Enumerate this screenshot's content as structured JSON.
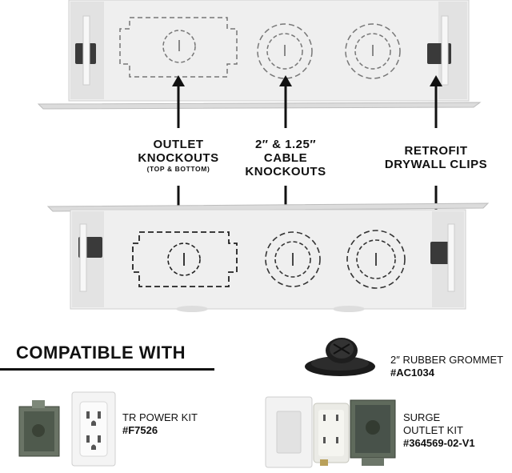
{
  "callouts": {
    "outlet": {
      "line1": "OUTLET",
      "line2": "KNOCKOUTS",
      "note": "(TOP & BOTTOM)"
    },
    "cable": {
      "line1": "2″ & 1.25″",
      "line2": "CABLE",
      "line3": "KNOCKOUTS"
    },
    "retrofit": {
      "line1": "RETROFIT",
      "line2": "DRYWALL CLIPS"
    }
  },
  "compatible": {
    "heading": "COMPATIBLE WITH",
    "items": [
      {
        "name": "2″ RUBBER GROMMET",
        "sku": "#AC1034",
        "icon": "grommet-icon"
      },
      {
        "name": "TR POWER KIT",
        "sku": "#F7526",
        "icon": "power-kit-icon"
      },
      {
        "name_line1": "SURGE",
        "name_line2": "OUTLET KIT",
        "sku": "#364569-02-V1",
        "icon": "surge-kit-icon"
      }
    ]
  },
  "colors": {
    "box": "#ececec",
    "box_shadow": "#c9c9c9",
    "text": "#111111"
  }
}
